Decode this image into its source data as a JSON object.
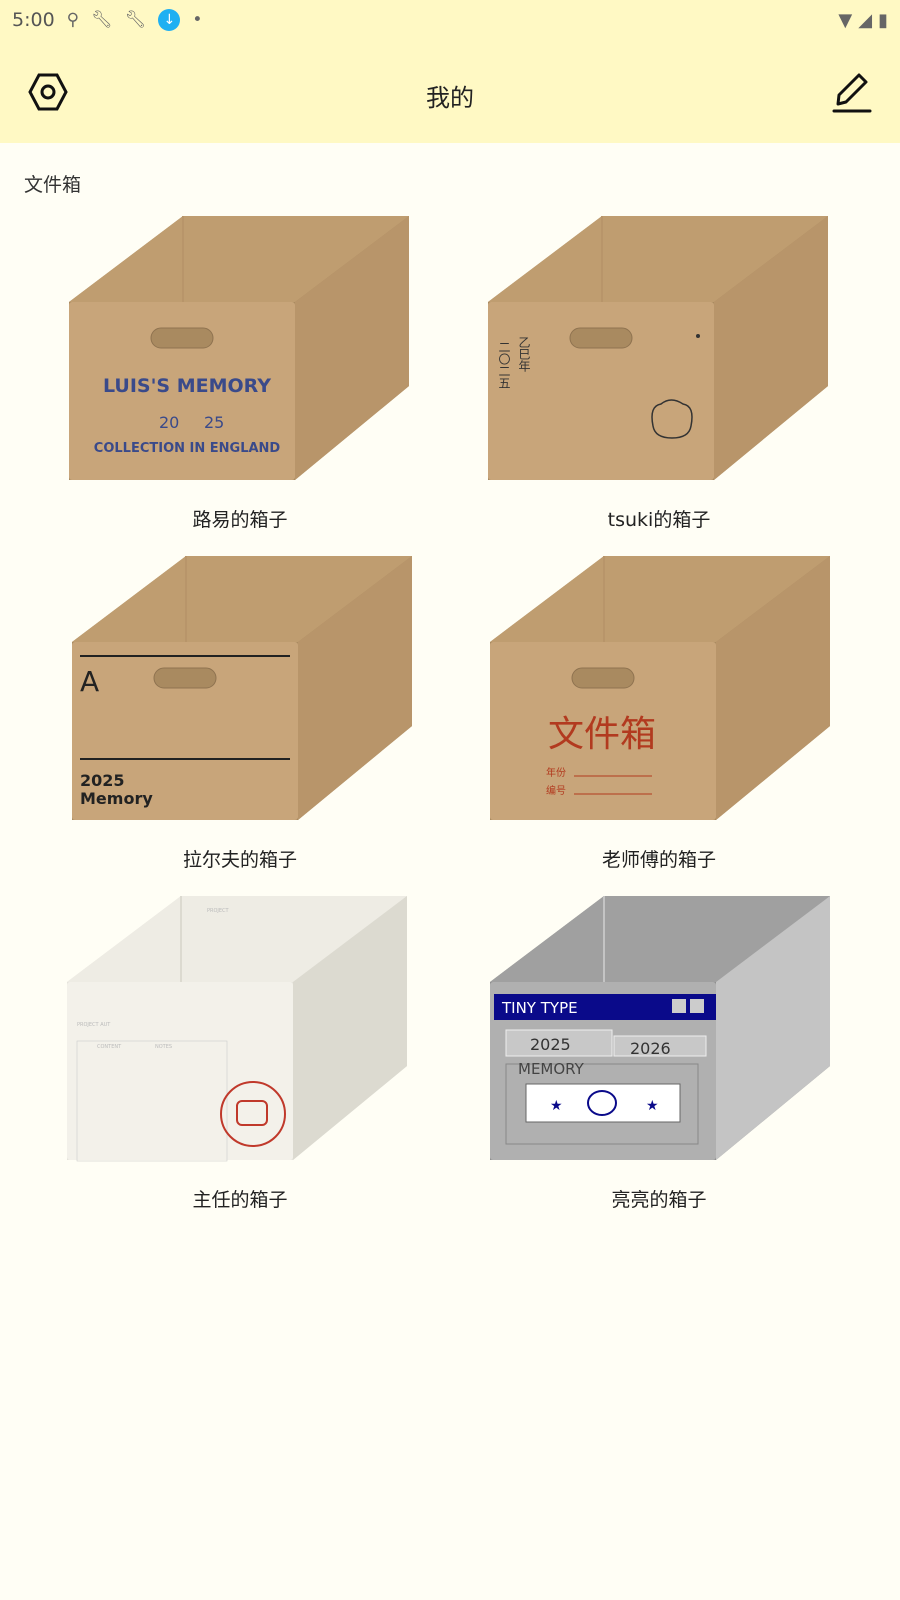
{
  "status_bar": {
    "time": "5:00",
    "icons": [
      "keyhole-icon",
      "wrench-icon",
      "wrench-icon",
      "download-icon",
      "dot-icon"
    ],
    "right_icons": [
      "wifi-icon",
      "signal-icon",
      "battery-charging-icon"
    ]
  },
  "header": {
    "title": "我的",
    "left_icon": "settings-hex-icon",
    "right_icon": "edit-pencil-icon"
  },
  "section": {
    "title": "文件箱"
  },
  "boxes": [
    {
      "label": "路易的箱子",
      "art": [
        "LUIS'S MEMORY",
        "20",
        "25",
        "COLLECTION IN ENGLAND"
      ]
    },
    {
      "label": "tsuki的箱子",
      "art": [
        "二〇二五",
        "乙巳年"
      ]
    },
    {
      "label": "拉尔夫的箱子",
      "art": [
        "A",
        "2025",
        "Memory"
      ]
    },
    {
      "label": "老师傅的箱子",
      "art": [
        "文件箱",
        "年份",
        "编号"
      ]
    },
    {
      "label": "主任的箱子",
      "art": [
        "PROJECT",
        "PROJECT AUT",
        "CONTENT",
        "NOTES"
      ]
    },
    {
      "label": "亮亮的箱子",
      "art": [
        "TINY TYPE",
        "2025",
        "2026",
        "MEMORY"
      ]
    }
  ],
  "colors": {
    "header_bg": "#fff9c4",
    "page_bg": "#fffef5",
    "kraft": "#c9a677"
  }
}
